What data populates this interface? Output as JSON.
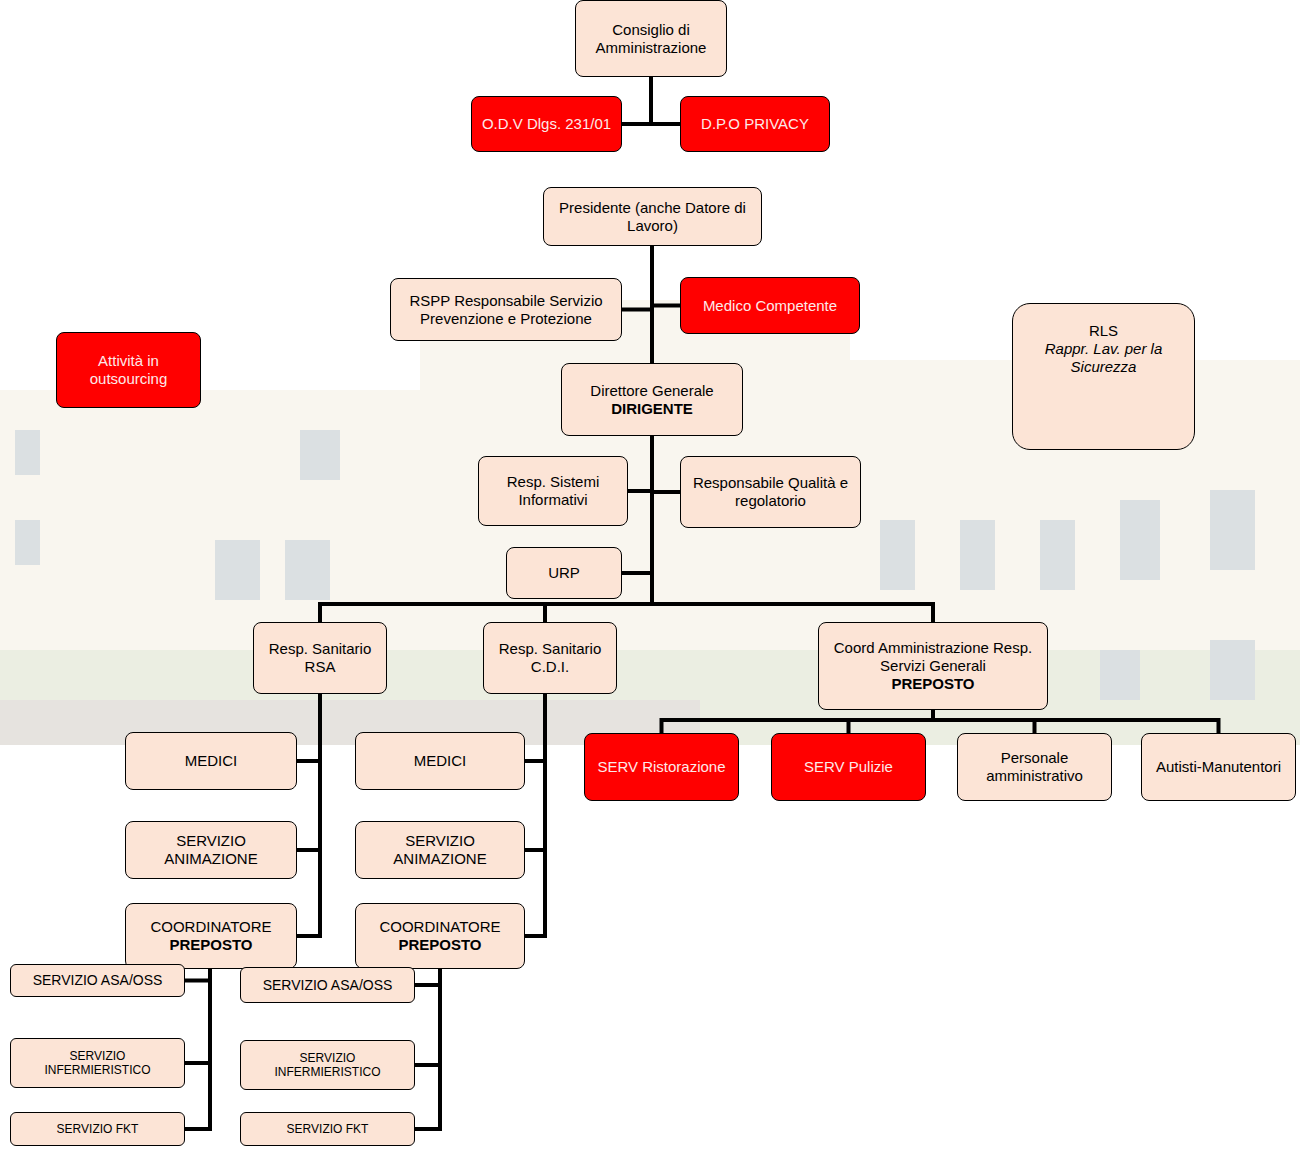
{
  "diagram": {
    "nodes": [
      {
        "text": [
          "Consiglio di Amministrazione"
        ]
      },
      {
        "text": [
          "O.D.V Dlgs. 231/01"
        ]
      },
      {
        "text": [
          "D.P.O PRIVACY"
        ]
      },
      {
        "text": [
          "Presidente (anche Datore di Lavoro)"
        ]
      },
      {
        "text": [
          "RSPP Responsabile Servizio Prevenzione e Protezione"
        ]
      },
      {
        "text": [
          "Medico Competente"
        ]
      },
      {
        "text": [
          "Attività in outsourcing"
        ]
      },
      {
        "text": [
          "RLS",
          "Rappr. Lav. per la Sicurezza"
        ]
      },
      {
        "text": [
          "Direttore Generale",
          "DIRIGENTE"
        ]
      },
      {
        "text": [
          "Resp. Sistemi Informativi"
        ]
      },
      {
        "text": [
          "Responsabile Qualità e regolatorio"
        ]
      },
      {
        "text": [
          "URP"
        ]
      },
      {
        "text": [
          "Resp. Sanitario RSA"
        ]
      },
      {
        "text": [
          "Resp. Sanitario C.D.I."
        ]
      },
      {
        "text": [
          "Coord Amministrazione Resp. Servizi Generali",
          "PREPOSTO"
        ]
      },
      {
        "text": [
          "MEDICI"
        ]
      },
      {
        "text": [
          "MEDICI"
        ]
      },
      {
        "text": [
          "SERV Ristorazione"
        ]
      },
      {
        "text": [
          "SERV Pulizie"
        ]
      },
      {
        "text": [
          "Personale amministrativo"
        ]
      },
      {
        "text": [
          "Autisti-Manutentori"
        ]
      },
      {
        "text": [
          "SERVIZIO ANIMAZIONE"
        ]
      },
      {
        "text": [
          "SERVIZIO ANIMAZIONE"
        ]
      },
      {
        "text": [
          "COORDINATORE",
          "PREPOSTO"
        ]
      },
      {
        "text": [
          "COORDINATORE",
          "PREPOSTO"
        ]
      },
      {
        "text": [
          "SERVIZIO ASA/OSS"
        ]
      },
      {
        "text": [
          "SERVIZIO ASA/OSS"
        ]
      },
      {
        "text": [
          "SERVIZIO INFERMIERISTICO"
        ]
      },
      {
        "text": [
          "SERVIZIO INFERMIERISTICO"
        ]
      },
      {
        "text": [
          "SERVIZIO FKT"
        ]
      },
      {
        "text": [
          "SERVIZIO FKT"
        ]
      }
    ],
    "edges": [
      {
        "from": 0,
        "to": 1,
        "arrow": "none"
      },
      {
        "from": 0,
        "to": 2,
        "arrow": "none"
      },
      {
        "from": 3,
        "to": 4,
        "arrow": "none"
      },
      {
        "from": 3,
        "to": 5,
        "arrow": "none"
      },
      {
        "from": 3,
        "to": 8,
        "arrow": "none"
      },
      {
        "from": 8,
        "to": 9,
        "arrow": "none"
      },
      {
        "from": 8,
        "to": 10,
        "arrow": "none"
      },
      {
        "from": 8,
        "to": 11,
        "arrow": "none"
      },
      {
        "from": 8,
        "to": 12,
        "arrow": "none"
      },
      {
        "from": 8,
        "to": 13,
        "arrow": "none"
      },
      {
        "from": 8,
        "to": 14,
        "arrow": "none"
      },
      {
        "from": 12,
        "to": 15,
        "arrow": "none"
      },
      {
        "from": 12,
        "to": 21,
        "arrow": "none"
      },
      {
        "from": 12,
        "to": 23,
        "arrow": "none"
      },
      {
        "from": 13,
        "to": 16,
        "arrow": "none"
      },
      {
        "from": 13,
        "to": 22,
        "arrow": "none"
      },
      {
        "from": 13,
        "to": 24,
        "arrow": "none"
      },
      {
        "from": 14,
        "to": 17,
        "arrow": "none"
      },
      {
        "from": 14,
        "to": 18,
        "arrow": "none"
      },
      {
        "from": 14,
        "to": 19,
        "arrow": "none"
      },
      {
        "from": 14,
        "to": 20,
        "arrow": "none"
      },
      {
        "from": 23,
        "to": 25,
        "arrow": "none"
      },
      {
        "from": 23,
        "to": 27,
        "arrow": "none"
      },
      {
        "from": 23,
        "to": 29,
        "arrow": "none"
      },
      {
        "from": 24,
        "to": 26,
        "arrow": "none"
      },
      {
        "from": 24,
        "to": 28,
        "arrow": "none"
      },
      {
        "from": 24,
        "to": 30,
        "arrow": "none"
      }
    ]
  }
}
